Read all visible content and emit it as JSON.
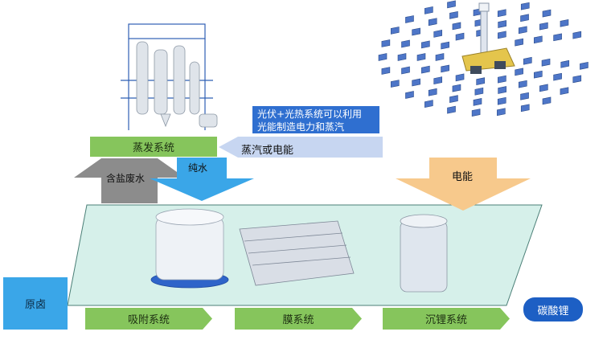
{
  "labels": {
    "evaporation_system": "蒸发系统",
    "salt_wastewater": "含盐废水",
    "pure_water": "纯水",
    "steam_or_power": "蒸汽或电能",
    "pv_note_line1": "光伏+光热系统可以利用",
    "pv_note_line2": "光能制造电力和蒸汽",
    "electric_power": "电能",
    "raw_brine": "原卤",
    "adsorption_system": "吸附系统",
    "membrane_system": "膜系统",
    "lithium_precip_system": "沉锂系统",
    "lithium_carbonate": "碳酸锂"
  },
  "colors": {
    "green": "#86c55c",
    "blue": "#3aa6e8",
    "dark_blue": "#1d5fc4",
    "platform": "#d6f0ea",
    "steam_arrow": "#c7d6f1",
    "power_arrow": "#f7c98c",
    "gray_arrow": "#8c8c8c"
  }
}
